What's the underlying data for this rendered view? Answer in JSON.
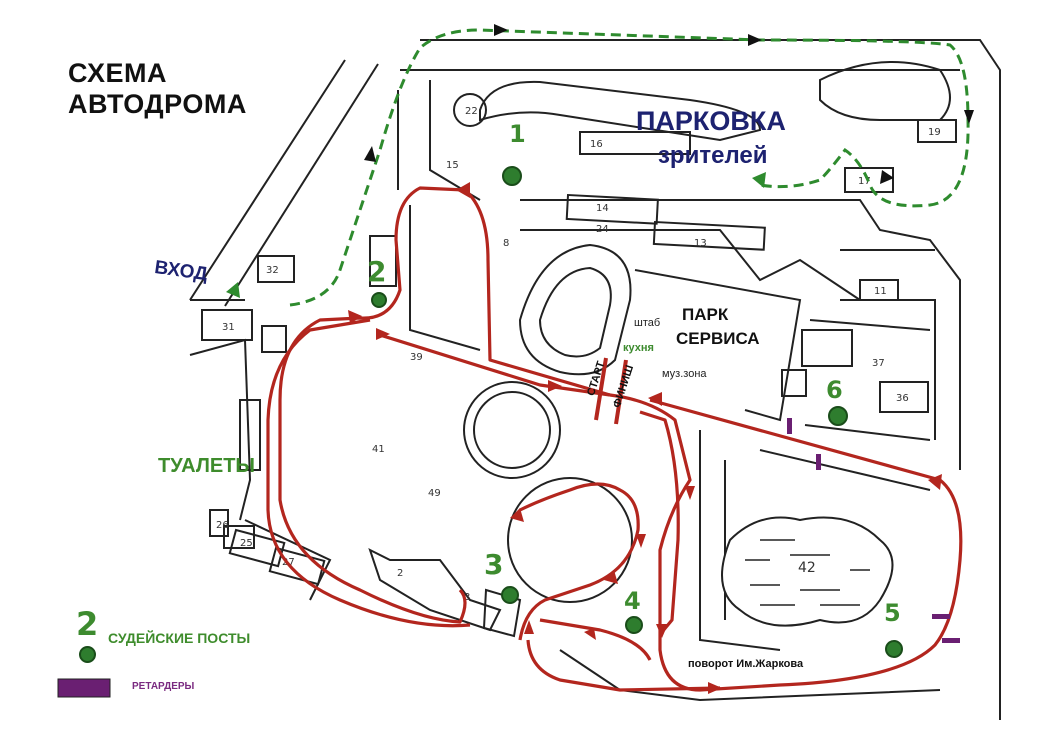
{
  "title": {
    "line1": "СХЕМА",
    "line2": "АВТОДРОМА"
  },
  "parking": {
    "line1": "ПАРКОВКА",
    "line2": "зрителей"
  },
  "entrance": "ВХОД",
  "service_park": {
    "line1": "ПАРК",
    "line2": "СЕРВИСА"
  },
  "labels": {
    "headquarters": "штаб",
    "kitchen": "кухня",
    "music_zone": "муз.зона",
    "toilets": "ТУАЛЕТЫ",
    "start": "СТАРТ",
    "finish": "ФИНИШ",
    "turn": "поворот Им.Жаркова"
  },
  "judge_posts": [
    "1",
    "2",
    "3",
    "4",
    "5",
    "6"
  ],
  "legend": {
    "posts_number": "2",
    "posts_label": "СУДЕЙСКИЕ ПОСТЫ",
    "retarders_label": "РЕТАРДЕРЫ"
  },
  "buildings": [
    "22",
    "15",
    "16",
    "19",
    "17",
    "14",
    "24",
    "13",
    "11",
    "32",
    "31",
    "39",
    "8",
    "41",
    "49",
    "37",
    "36",
    "42",
    "25",
    "26",
    "27",
    "3",
    "2",
    "31"
  ],
  "colors": {
    "route": "#b3261e",
    "parking_route": "#2e8b2e",
    "post": "#2e7d2e",
    "retarder": "#6a1f72",
    "title_blue": "#1d2270",
    "label_green": "#3e8c2c"
  }
}
